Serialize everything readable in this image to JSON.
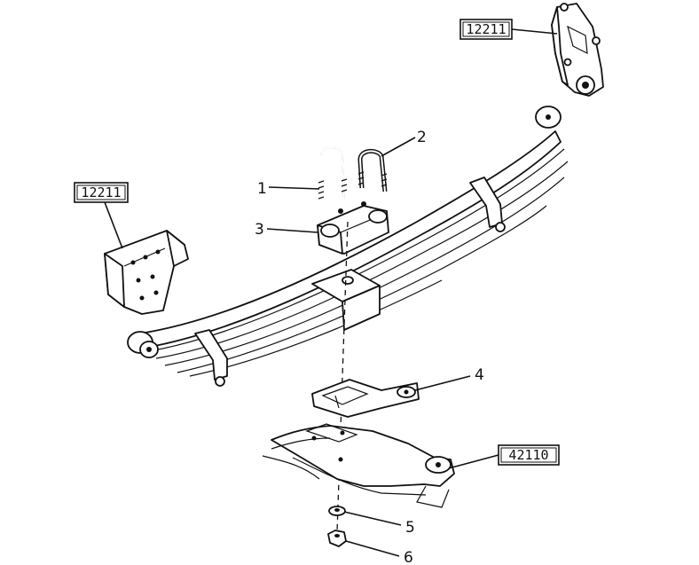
{
  "callouts": {
    "c1": "1",
    "c2": "2",
    "c3": "3",
    "c4": "4",
    "c5": "5",
    "c6": "6"
  },
  "boxed_refs": {
    "bracket_top_right": "12211",
    "bracket_left": "12211",
    "axle_housing": "42110"
  },
  "colors": {
    "ink": "#111111",
    "paper": "#ffffff"
  }
}
